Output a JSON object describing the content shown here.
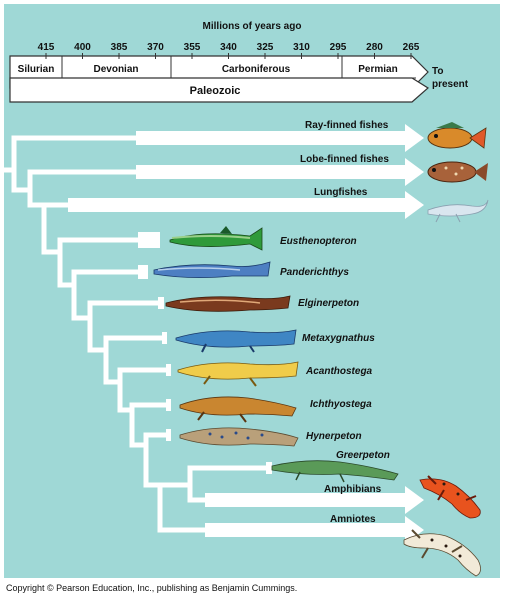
{
  "timeline": {
    "title": "Millions of years ago",
    "ticks": [
      "415",
      "400",
      "385",
      "370",
      "355",
      "340",
      "325",
      "310",
      "295",
      "280",
      "265"
    ],
    "periods": [
      "Silurian",
      "Devonian",
      "Carboniferous",
      "Permian"
    ],
    "era": "Paleozoic",
    "present_label_line1": "To",
    "present_label_line2": "present"
  },
  "taxa": [
    {
      "label": "Ray-finned fishes",
      "italic": false
    },
    {
      "label": "Lobe-finned fishes",
      "italic": false
    },
    {
      "label": "Lungfishes",
      "italic": false
    },
    {
      "label": "Eusthenopteron",
      "italic": true
    },
    {
      "label": "Panderichthys",
      "italic": true
    },
    {
      "label": "Elginerpeton",
      "italic": true
    },
    {
      "label": "Metaxygnathus",
      "italic": true
    },
    {
      "label": "Acanthostega",
      "italic": true
    },
    {
      "label": "Ichthyostega",
      "italic": true
    },
    {
      "label": "Hynerpeton",
      "italic": true
    },
    {
      "label": "Greerpeton",
      "italic": true
    },
    {
      "label": "Amphibians",
      "italic": false
    },
    {
      "label": "Amniotes",
      "italic": false
    }
  ],
  "colors": {
    "background": "#9fd8d6",
    "branch": "#ffffff",
    "ray_finned_fish": "#d98a2a",
    "lobe_finned_fish": "#a8623a",
    "lungfish": "#d9e6ef",
    "eusthenopteron": "#2f9a3a",
    "panderichthys": "#4d7fc2",
    "elginerpeton": "#7a3a1e",
    "metaxygnathus": "#3f86c4",
    "acanthostega": "#f0cc4a",
    "ichthyostega": "#c98630",
    "hynerpeton": "#b9a07a",
    "greerpeton": "#5a9a58",
    "amphibian": "#e8531e",
    "amniote": "#f2ead8"
  },
  "copyright": "Copyright © Pearson Education, Inc., publishing as Benjamin Cummings."
}
